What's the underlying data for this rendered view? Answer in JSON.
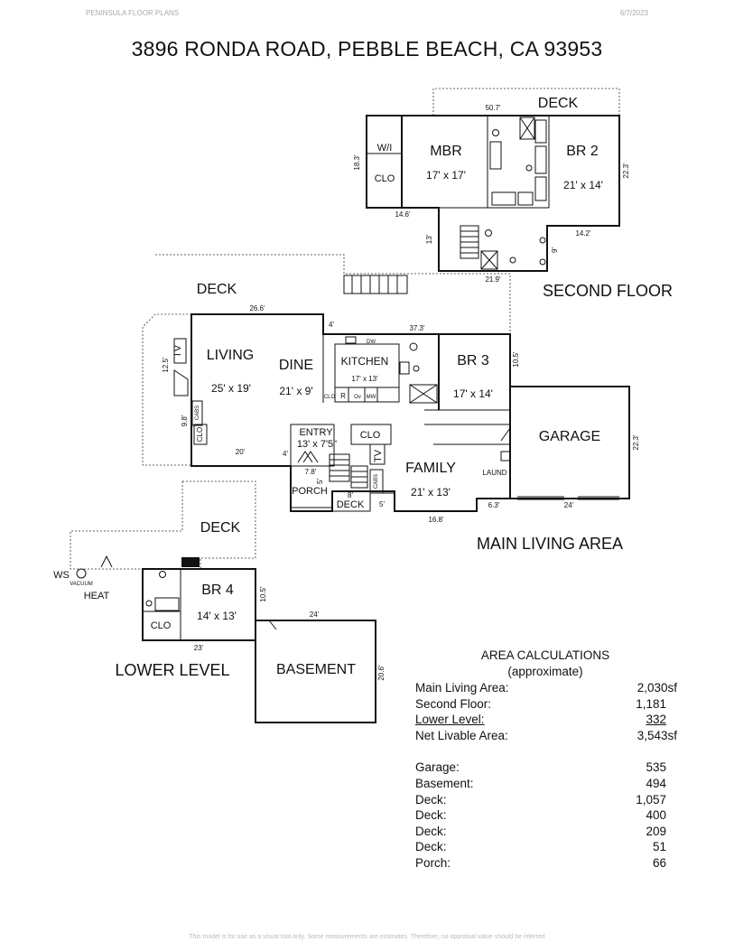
{
  "header": {
    "company": "PENINSULA FLOOR PLANS",
    "date": "6/7/2023"
  },
  "title": "3896 RONDA ROAD, PEBBLE BEACH, CA 93953",
  "sections": {
    "second_floor": "SECOND FLOOR",
    "main_living": "MAIN LIVING AREA",
    "lower_level": "LOWER LEVEL"
  },
  "rooms": {
    "deck_upper": "DECK",
    "mbr": "MBR",
    "mbr_size": "17' x 17'",
    "br2": "BR 2",
    "br2_size": "21' x 14'",
    "deck_main": "DECK",
    "living": "LIVING",
    "living_size": "25' x 19'",
    "dine": "DINE",
    "dine_size": "21' x 9'",
    "kitchen": "KITCHEN",
    "kitchen_size": "17' x 13'",
    "br3": "BR 3",
    "br3_size": "17' x 14'",
    "entry": "ENTRY",
    "entry_size": "13' x 7'5\"",
    "family": "FAMILY",
    "family_size": "21' x 13'",
    "garage": "GARAGE",
    "porch": "PORCH",
    "deck_small": "DECK",
    "laund": "LAUND",
    "deck_lower": "DECK",
    "br4": "BR 4",
    "br4_size": "14' x 13'",
    "basement": "BASEMENT"
  },
  "labels": {
    "wi": "W/I",
    "clo": "CLO",
    "tv": "TV",
    "cabs": "CABS",
    "dw": "DW",
    "r": "R",
    "ov": "Ov",
    "mw": "MW",
    "ws": "WS",
    "vacuum": "VACUUM",
    "heat": "HEAT"
  },
  "measurements": {
    "m50_7": "50.7'",
    "m18_3": "18.3'",
    "m22_3a": "22.3'",
    "m14_6": "14.6'",
    "m13": "13'",
    "m9": "9'",
    "m14_2": "14.2'",
    "m21_9": "21.9'",
    "m26_6": "26.6'",
    "m4a": "4'",
    "m37_3": "37.3'",
    "m12_5": "12.5'",
    "m10_5a": "10.5'",
    "m9_8": "9.8'",
    "m20": "20'",
    "m4b": "4'",
    "m7_8": "7.8'",
    "m5a": "5'",
    "m8": "8'",
    "m5b": "5'",
    "m16_8": "16.8'",
    "m6_3": "6.3'",
    "m24a": "24'",
    "m22_3b": "22.3'",
    "m10_5b": "10.5'",
    "m24b": "24'",
    "m23": "23'",
    "m20_6": "20.6'"
  },
  "area_calculations": {
    "heading": "AREA CALCULATIONS",
    "subheading": "(approximate)",
    "livable": [
      {
        "label": "Main Living Area:",
        "value": "2,030sf"
      },
      {
        "label": "Second Floor:",
        "value": "1,181"
      },
      {
        "label": "Lower Level:",
        "value": "332"
      },
      {
        "label": "Net Livable Area:",
        "value": "3,543sf"
      }
    ],
    "other": [
      {
        "label": "Garage:",
        "value": "535"
      },
      {
        "label": "Basement:",
        "value": "494"
      },
      {
        "label": "Deck:",
        "value": "1,057"
      },
      {
        "label": "Deck:",
        "value": "400"
      },
      {
        "label": "Deck:",
        "value": "209"
      },
      {
        "label": "Deck:",
        "value": "51"
      },
      {
        "label": "Porch:",
        "value": "66"
      }
    ]
  },
  "footer": "This model is for use as a visual tool only. Some measurements are estimates. Therefore, no appraisal value should be inferred"
}
